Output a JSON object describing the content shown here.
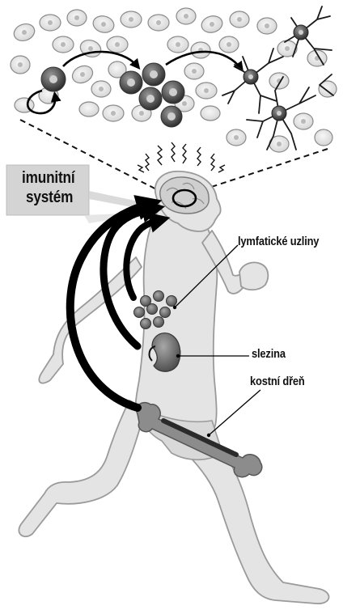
{
  "labels": {
    "immune_line1": "imunitní",
    "immune_line2": "systém",
    "lymph_nodes": "lymfatické uzliny",
    "spleen": "slezina",
    "bone_marrow": "kostní dřeň"
  },
  "colors": {
    "cell_fill": "#e8e8e8",
    "cell_stroke": "#8a8a8a",
    "active_cell": "#4a4a4a",
    "body_fill": "#e4e4e4",
    "body_stroke": "#9a9a9a",
    "arrow": "#000000",
    "callout_box": "#d4d4d4",
    "kidney": "#6a6a6a",
    "bone": "#8c8c8c"
  }
}
